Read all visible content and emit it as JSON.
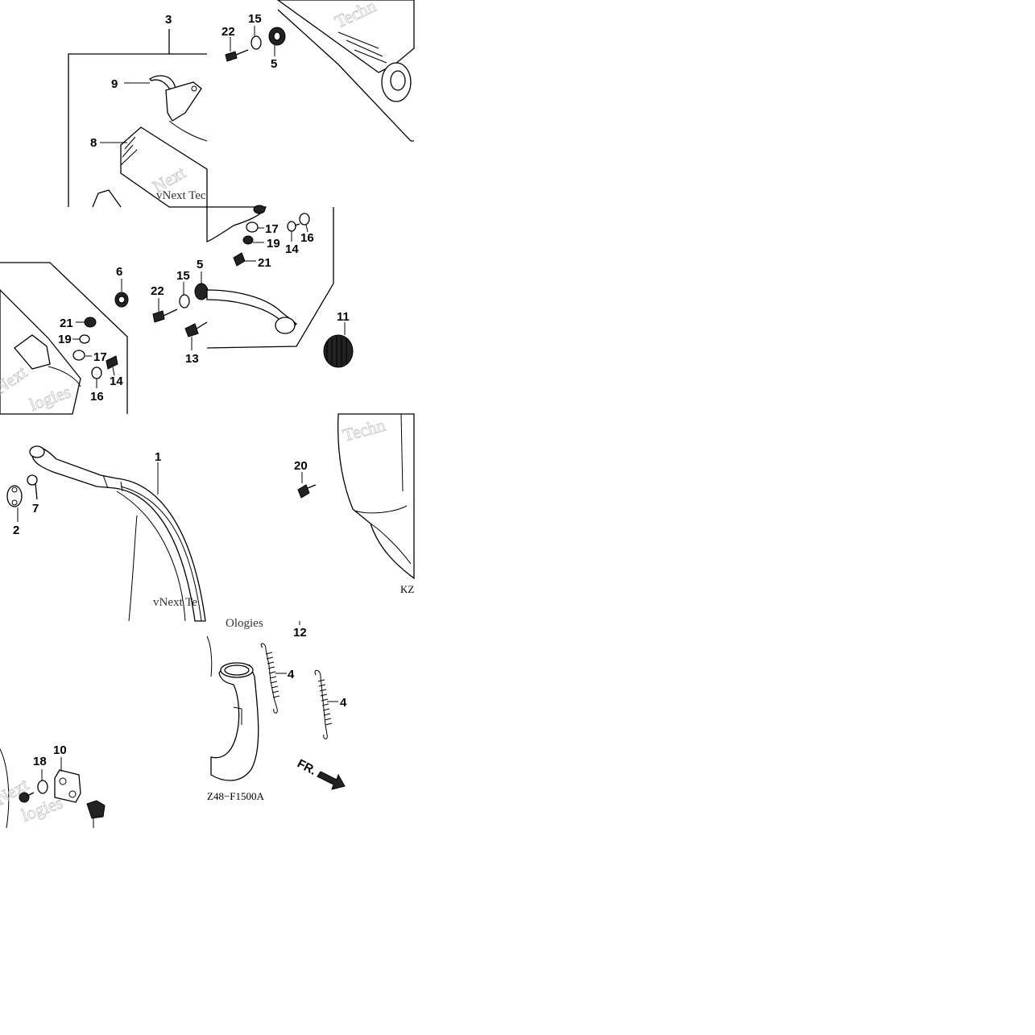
{
  "diagram": {
    "callouts": {
      "c1": "1",
      "c2": "2",
      "c3": "3",
      "c4a": "4",
      "c4b": "4",
      "c5a": "5",
      "c5b": "5",
      "c6": "6",
      "c7": "7",
      "c8": "8",
      "c9": "9",
      "c10": "10",
      "c11": "11",
      "c12": "12",
      "c13": "13",
      "c14a": "14",
      "c14b": "14",
      "c15a": "15",
      "c15b": "15",
      "c16a": "16",
      "c16b": "16",
      "c17a": "17",
      "c17b": "17",
      "c18": "18",
      "c19a": "19",
      "c19b": "19",
      "c20": "20",
      "c21a": "21",
      "c21b": "21",
      "c22a": "22",
      "c22b": "22"
    },
    "codes": {
      "kz_fragment": "KZ",
      "figure_code": "Z48−F1500A",
      "front_label": "FR."
    },
    "watermarks": {
      "w1": "Techn",
      "w2": "vNext Tec",
      "w3": "vNext Te",
      "w4": "Techn",
      "w5": "logies",
      "w6": "Ologies",
      "w7": "Next",
      "w8": "logies"
    }
  }
}
